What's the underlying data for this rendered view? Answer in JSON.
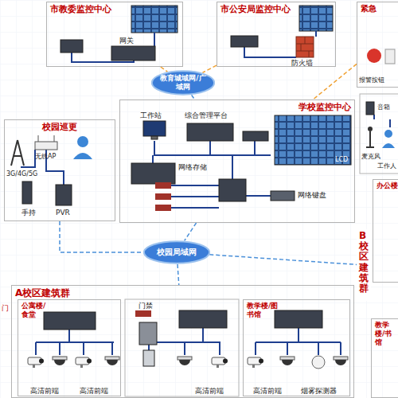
{
  "diagram": {
    "nodes": [
      {
        "text": [
          "市教委监控中心"
        ]
      },
      {
        "text": [
          "市公安局监控中心"
        ]
      },
      {
        "text": [
          "紧急"
        ]
      },
      {
        "text": [
          "教育城域网/广域网"
        ]
      },
      {
        "text": [
          "学校监控中心"
        ]
      },
      {
        "text": [
          "校园巡更"
        ]
      },
      {
        "text": [
          "办公楼"
        ]
      },
      {
        "text": [
          "校园局域网"
        ]
      },
      {
        "text": [
          "B校区建筑群"
        ]
      },
      {
        "text": [
          "A校区建筑群"
        ]
      },
      {
        "text": [
          "公寓楼/食堂"
        ],
        "in": 9
      },
      {
        "text": [
          "教学楼/图书馆"
        ],
        "in": 9
      },
      {
        "text": [
          "教学楼/书馆"
        ]
      }
    ],
    "edges": [
      {
        "from": 0,
        "to": 3,
        "arrow": "none"
      },
      {
        "from": 1,
        "to": 3,
        "arrow": "none"
      },
      {
        "from": 3,
        "to": 4,
        "arrow": "none"
      },
      {
        "from": 2,
        "to": 4,
        "arrow": "none"
      },
      {
        "from": 4,
        "to": 7,
        "arrow": "none"
      },
      {
        "from": 5,
        "to": 7,
        "arrow": "none"
      },
      {
        "from": 7,
        "to": 9,
        "arrow": "none"
      },
      {
        "from": 7,
        "to": 8,
        "arrow": "none"
      }
    ],
    "labels": [
      "网关",
      "防火墙",
      "报警按钮",
      "工作站",
      "综合管理平台",
      "网络存储",
      "网络键盘",
      "LCD",
      "3G/4G/5G",
      "无线AP",
      "手持",
      "PVR",
      "音箱",
      "麦克风",
      "工作人",
      "门",
      "门禁",
      "高清前端",
      "高清前端",
      "高清前端",
      "高清前端",
      "烟雾探测器"
    ]
  }
}
